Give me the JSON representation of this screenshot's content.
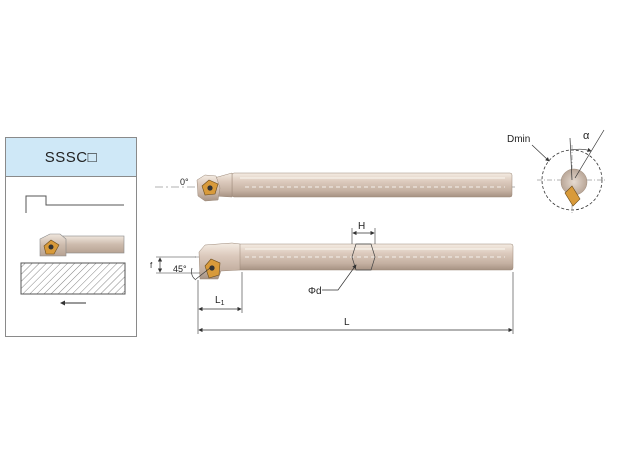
{
  "card": {
    "title": "SSSC□"
  },
  "labels": {
    "angle_zero": "0°",
    "angle_45": "45°",
    "f": "f",
    "l1_main": "L",
    "l1_sub": "1",
    "l_total": "L",
    "h": "H",
    "phi_d": "Φd",
    "dmin": "Dmin",
    "alpha": "α"
  },
  "colors": {
    "shank": "#d8c9bd",
    "insert": "#d89a3a",
    "header_bg": "#cfe8f7"
  }
}
